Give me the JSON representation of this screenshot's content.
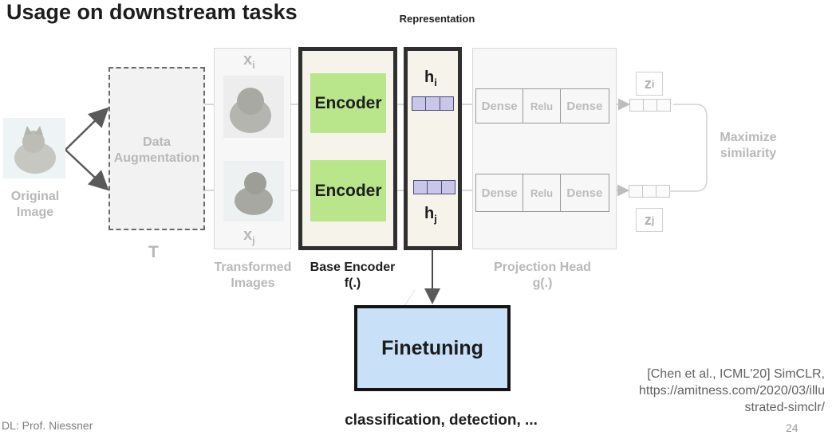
{
  "title": "Usage on downstream tasks",
  "representation_label": "Representation",
  "original_image": {
    "label_line1": "Original",
    "label_line2": "Image"
  },
  "augmentation": {
    "label_line1": "Data",
    "label_line2": "Augmentation",
    "symbol": "T"
  },
  "transformed": {
    "xi": "x",
    "xi_sub": "i",
    "xj": "x",
    "xj_sub": "j",
    "label_line1": "Transformed",
    "label_line2": "Images"
  },
  "base_encoder": {
    "encoder_top": "Encoder",
    "encoder_bottom": "Encoder",
    "label_line1": "Base Encoder",
    "label_line2": "f(.)"
  },
  "representation": {
    "hi": "h",
    "hi_sub": "i",
    "hj": "h",
    "hj_sub": "j"
  },
  "projection_head": {
    "top_row": [
      "Dense",
      "Relu",
      "Dense"
    ],
    "bottom_row": [
      "Dense",
      "Relu",
      "Dense"
    ],
    "label_line1": "Projection Head",
    "label_line2": "g(.)"
  },
  "z": {
    "zi": "z",
    "zi_sub": "i",
    "zj": "z",
    "zj_sub": "j"
  },
  "maximize": {
    "line1": "Maximize",
    "line2": "similarity"
  },
  "finetuning": {
    "label": "Finetuning",
    "tasks": "classification, detection, ..."
  },
  "footer": {
    "left": "DL: Prof. Niessner",
    "citation_line1": "[Chen et al., ICML'20] SimCLR,",
    "citation_line2": "https://amitness.com/2020/03/illu",
    "citation_line3": "strated-simclr/",
    "page_number": "24"
  },
  "colors": {
    "encoder": "#b9e58b",
    "finetuning": "#c8e1f9",
    "vector": "#c9c6ea",
    "dark_border": "#2f2f2f"
  }
}
